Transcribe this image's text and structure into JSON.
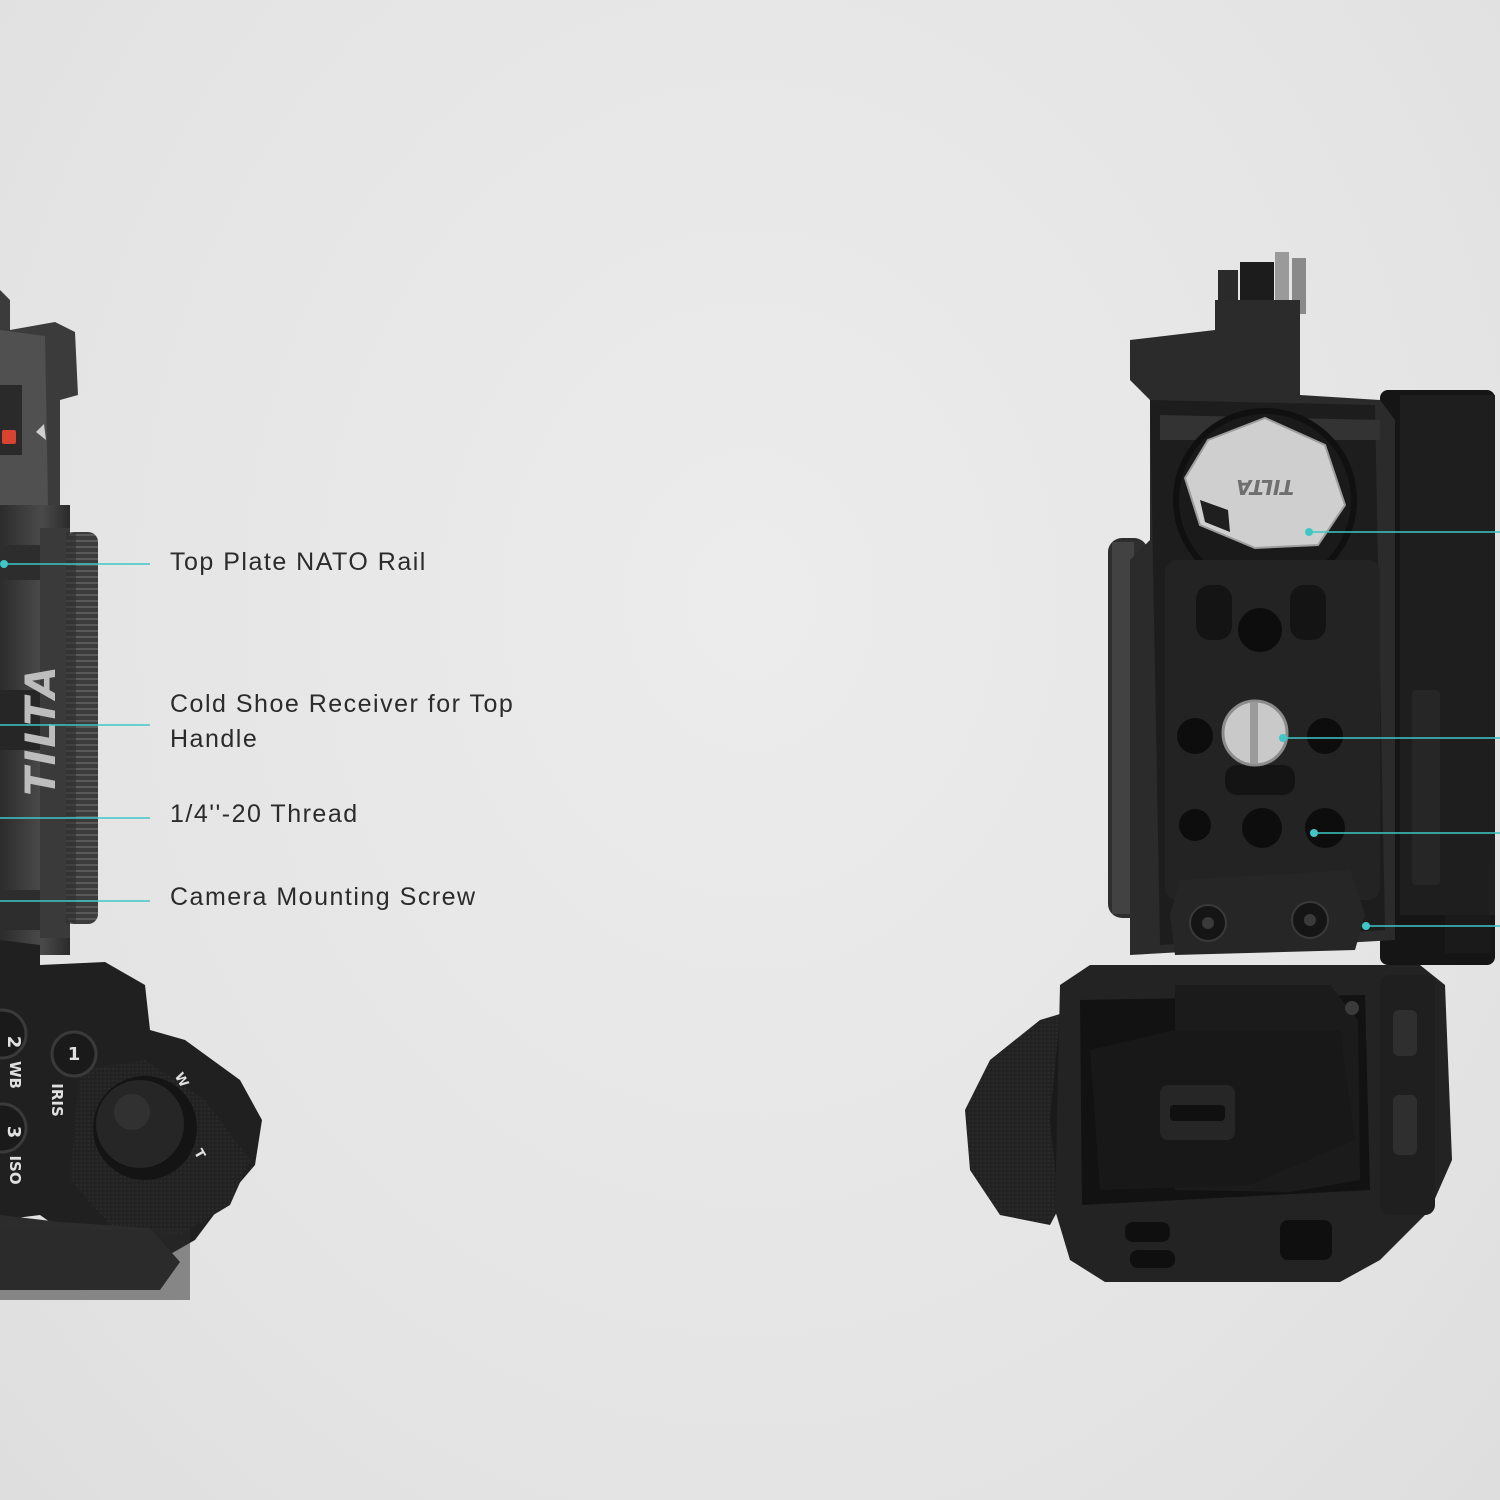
{
  "callouts": {
    "top_plate_nato_rail": "Top Plate NATO Rail",
    "cold_shoe_receiver": "Cold Shoe Receiver for Top Handle",
    "quarter_twenty_thread": "1/4''-20 Thread",
    "camera_mounting_screw": "Camera Mounting Screw"
  },
  "product": {
    "left_view_brand": "TILTA",
    "quick_release_badge_brand": "TILTA",
    "button_labels": [
      "1",
      "WB",
      "IRIS",
      "ISO",
      "W",
      "T",
      "2",
      "3"
    ]
  },
  "colors": {
    "background": "#e6e6e6",
    "callout_accent": "#3fc6c6",
    "label_text": "#2b2b2b"
  }
}
